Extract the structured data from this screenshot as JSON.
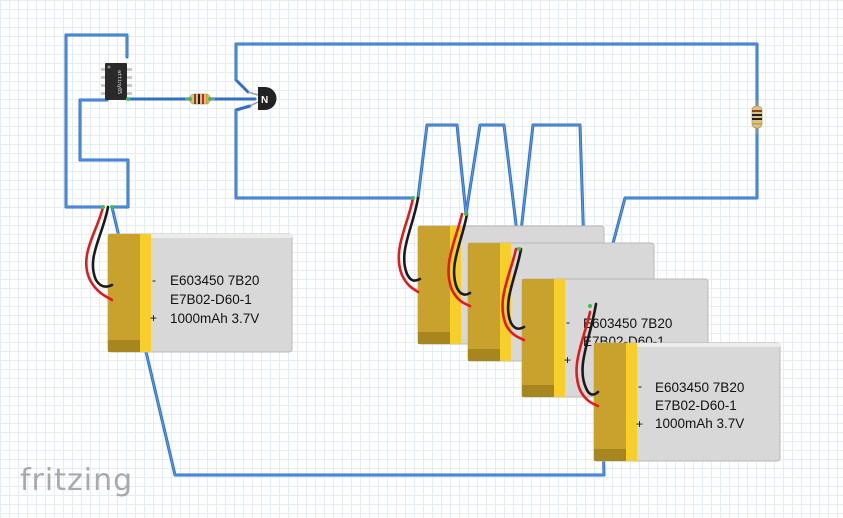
{
  "app": {
    "logo_text": "fritzing"
  },
  "microcontroller": {
    "label": "attiny85"
  },
  "transistor": {
    "label": "N"
  },
  "battery": {
    "line1": "E603450 7B20",
    "line2": "E7B02-D60-1",
    "line3": "1000mAh 3.7V",
    "minus_symbol": "-",
    "plus_symbol": "+"
  },
  "batteries": [
    {
      "id": "battery-1",
      "visible_lines": 3
    },
    {
      "id": "battery-2",
      "visible_lines": 0
    },
    {
      "id": "battery-3",
      "visible_lines": 0
    },
    {
      "id": "battery-4",
      "visible_lines": 2
    },
    {
      "id": "battery-5",
      "visible_lines": 3
    }
  ],
  "colors": {
    "wire": "#2f6fc4",
    "battery_wrap": "#c9a22e",
    "battery_band": "#f7cf2b",
    "lead_positive": "#e11b1b",
    "lead_negative": "#1a1a1a"
  }
}
